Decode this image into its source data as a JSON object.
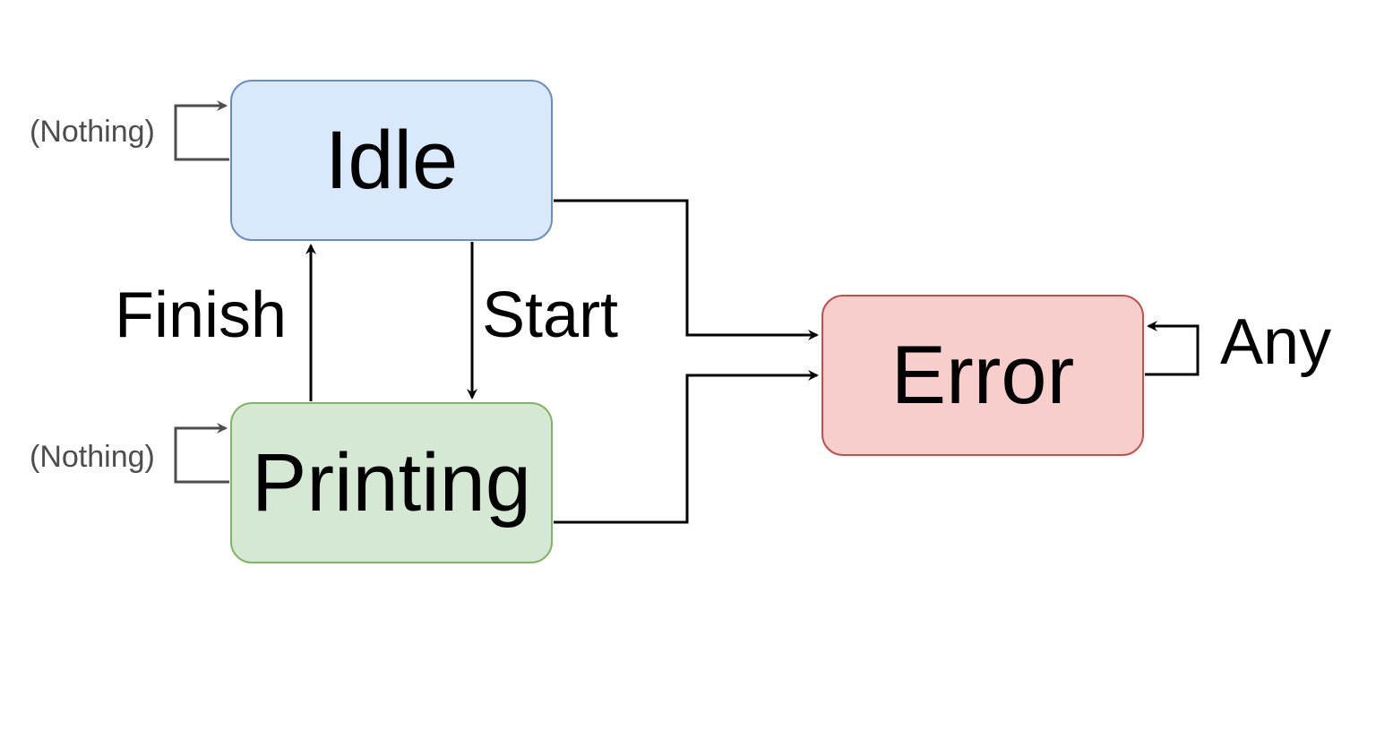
{
  "states": {
    "idle": {
      "label": "Idle",
      "fill": "#dae8fc",
      "stroke": "#6c8ebf"
    },
    "printing": {
      "label": "Printing",
      "fill": "#d5e8d4",
      "stroke": "#82b366"
    },
    "error": {
      "label": "Error",
      "fill": "#f8cecc",
      "stroke": "#b85450"
    }
  },
  "transitions": {
    "idle_to_printing": {
      "label": "Start"
    },
    "printing_to_idle": {
      "label": "Finish"
    },
    "idle_self": {
      "label": "(Nothing)"
    },
    "printing_self": {
      "label": "(Nothing)"
    },
    "error_self": {
      "label": "Any"
    },
    "idle_to_error": {
      "label": ""
    },
    "printing_to_error": {
      "label": ""
    }
  },
  "colors": {
    "edge": "#000000",
    "self_loop_edge": "#4d4d4d"
  }
}
